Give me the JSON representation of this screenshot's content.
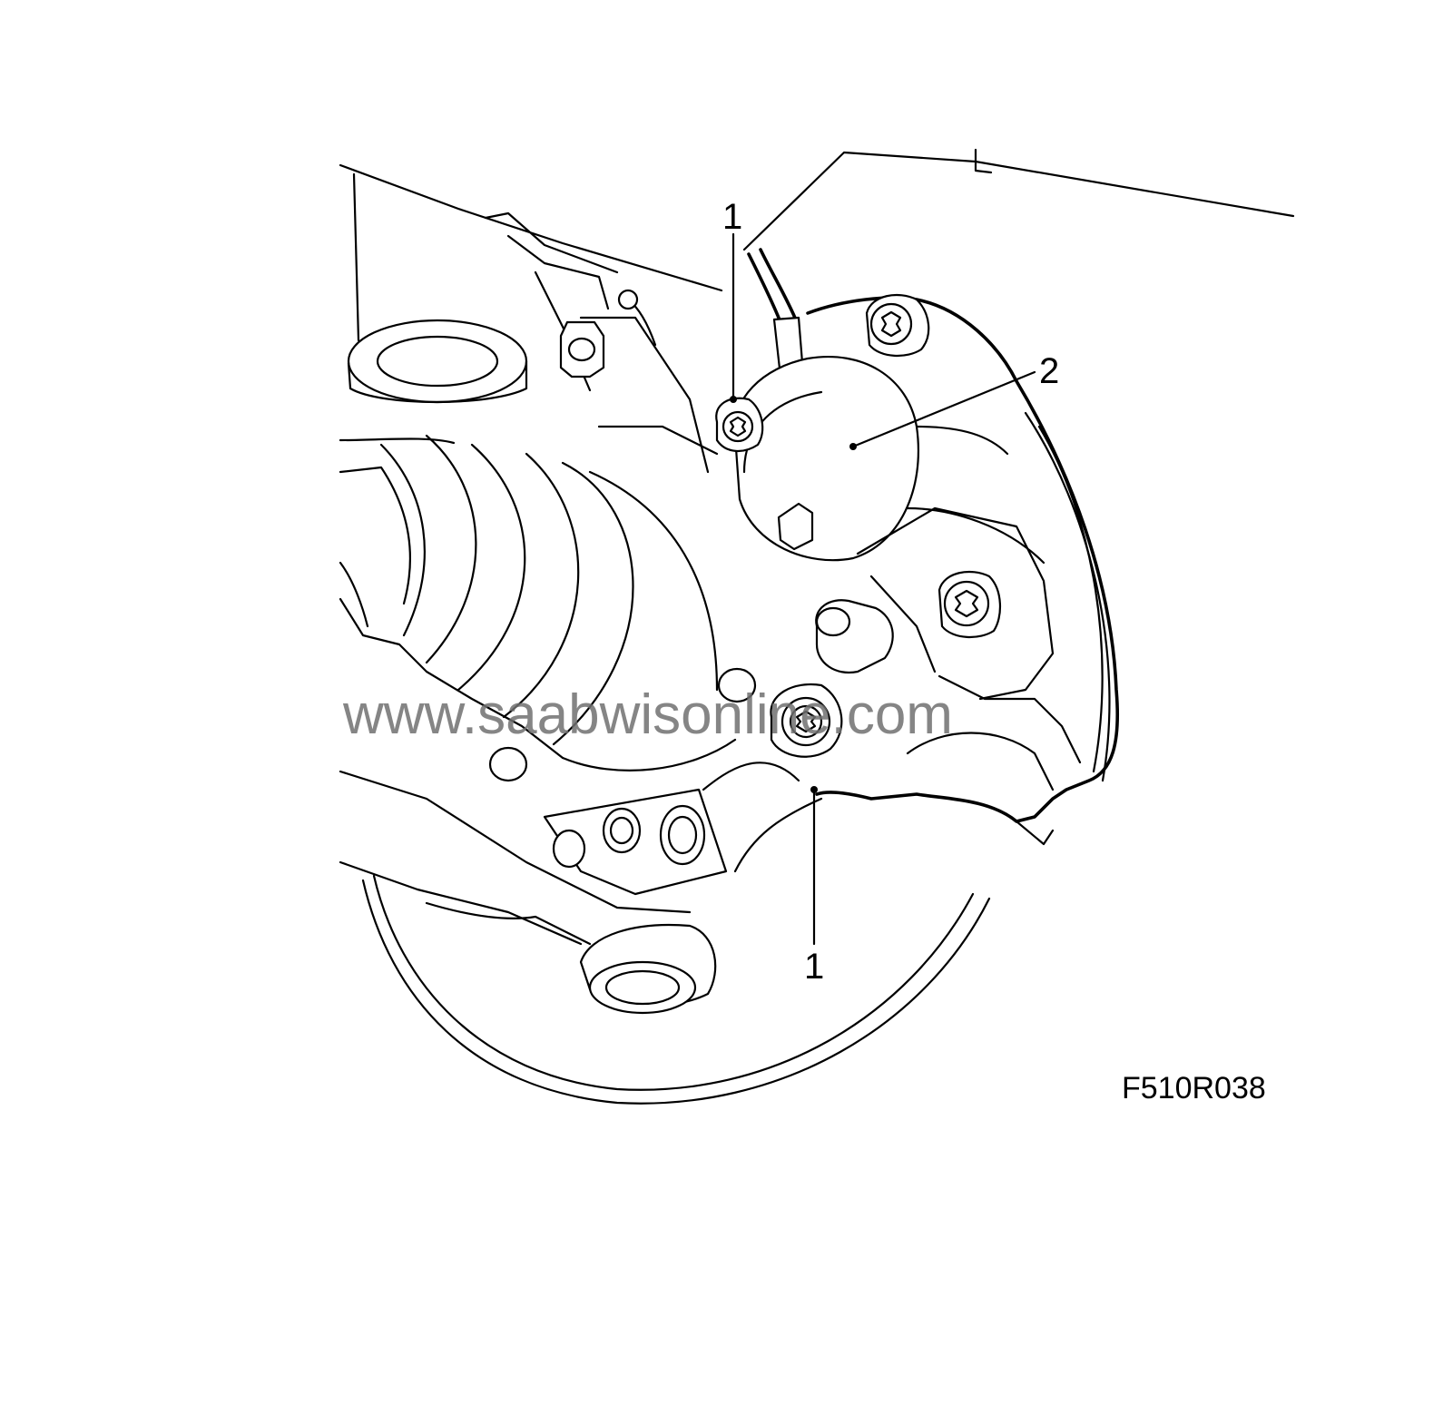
{
  "figure": {
    "code": "F510R038",
    "watermark": "www.saabwisonline.com",
    "callouts": [
      {
        "label": "1"
      },
      {
        "label": "2"
      },
      {
        "label": "1"
      }
    ]
  }
}
